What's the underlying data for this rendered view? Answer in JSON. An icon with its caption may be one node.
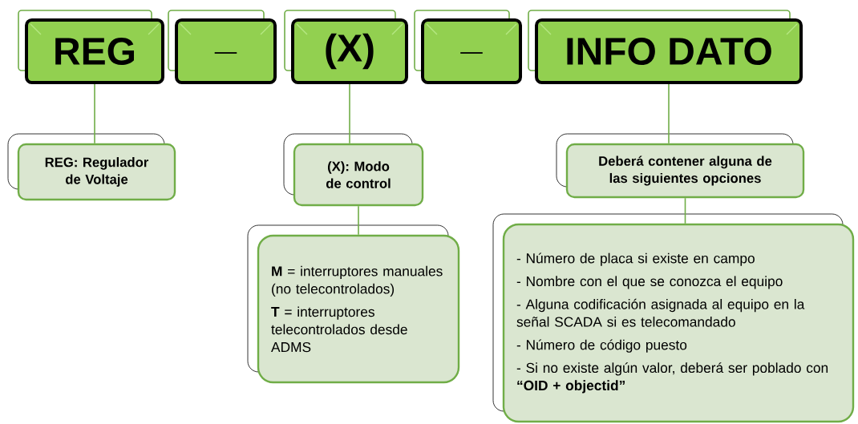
{
  "diagram": {
    "nodes": [
      {
        "text": [
          "REG"
        ]
      },
      {
        "text": [
          "_"
        ]
      },
      {
        "text": [
          "(X)"
        ]
      },
      {
        "text": [
          "_"
        ]
      },
      {
        "text": [
          "INFO DATO"
        ]
      },
      {
        "text": [
          "REG: Regulador de Voltaje"
        ]
      },
      {
        "text": [
          "(X): Modo de control"
        ]
      },
      {
        "text": [
          "**M** = interruptores manuales (no telecontrolados)",
          "**T** = interruptores telecontrolados desde ADMS"
        ]
      },
      {
        "text": [
          "Deberá contener alguna de las siguientes opciones"
        ]
      },
      {
        "text": [
          "- Número de placa si existe en campo",
          "- Nombre con el que se conozca el equipo",
          "- Alguna codificación asignada al equipo en la señal SCADA si es telecomandado",
          "- Número de código puesto",
          "- Si no existe algún valor, deberá ser poblado con **“OID + objectid”**"
        ]
      }
    ],
    "edges": [
      {
        "from": 0,
        "to": 5,
        "arrow": "none"
      },
      {
        "from": 2,
        "to": 6,
        "arrow": "none"
      },
      {
        "from": 6,
        "to": 7,
        "arrow": "none"
      },
      {
        "from": 4,
        "to": 8,
        "arrow": "none"
      },
      {
        "from": 8,
        "to": 9,
        "arrow": "none"
      }
    ]
  }
}
